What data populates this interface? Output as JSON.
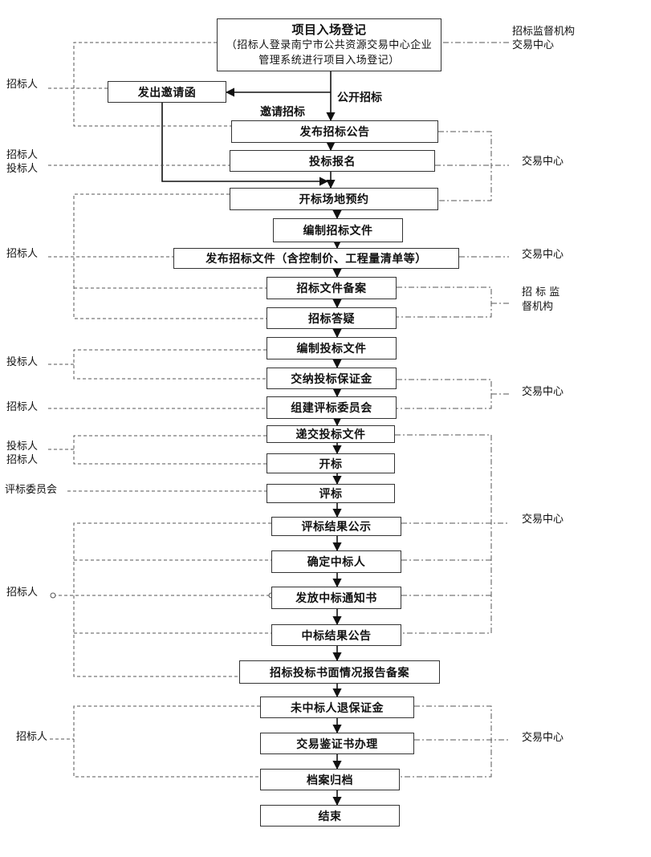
{
  "steps": [
    {
      "title": "项目入场登记",
      "note": "（招标人登录南宁市公共资源交易中心企业管理系统进行项目入场登记）"
    },
    {
      "label": "发出邀请函"
    },
    {
      "label": "发布招标公告"
    },
    {
      "label": "投标报名"
    },
    {
      "label": "开标场地预约"
    },
    {
      "label": "编制招标文件"
    },
    {
      "label": "发布招标文件（含控制价、工程量清单等）"
    },
    {
      "label": "招标文件备案"
    },
    {
      "label": "招标答疑"
    },
    {
      "label": "编制投标文件"
    },
    {
      "label": "交纳投标保证金"
    },
    {
      "label": "组建评标委员会"
    },
    {
      "label": "递交投标文件"
    },
    {
      "label": "开标"
    },
    {
      "label": "评标"
    },
    {
      "label": "评标结果公示"
    },
    {
      "label": "确定中标人"
    },
    {
      "label": "发放中标通知书"
    },
    {
      "label": "中标结果公告"
    },
    {
      "label": "招标投标书面情况报告备案"
    },
    {
      "label": "未中标人退保证金"
    },
    {
      "label": "交易鉴证书办理"
    },
    {
      "label": "档案归档"
    },
    {
      "label": "结束"
    }
  ],
  "branches": {
    "public": "公开招标",
    "invite": "邀请招标"
  },
  "left_roles": {
    "r1": "招标人",
    "r2a": "招标人",
    "r2b": "投标人",
    "r3": "招标人",
    "r4": "投标人",
    "r5": "招标人",
    "r6a": "投标人",
    "r6b": "招标人",
    "r7": "评标委员会",
    "r8": "招标人",
    "r9": "招标人"
  },
  "right_roles": {
    "g1a": "招标监督机构",
    "g1b": "交易中心",
    "g2": "交易中心",
    "g3": "交易中心",
    "g4a": "招 标 监",
    "g4b": "督机构",
    "g5": "交易中心",
    "g6": "交易中心",
    "g7": "交易中心"
  },
  "colors": {
    "line": "#333333",
    "box_border": "#333333"
  }
}
